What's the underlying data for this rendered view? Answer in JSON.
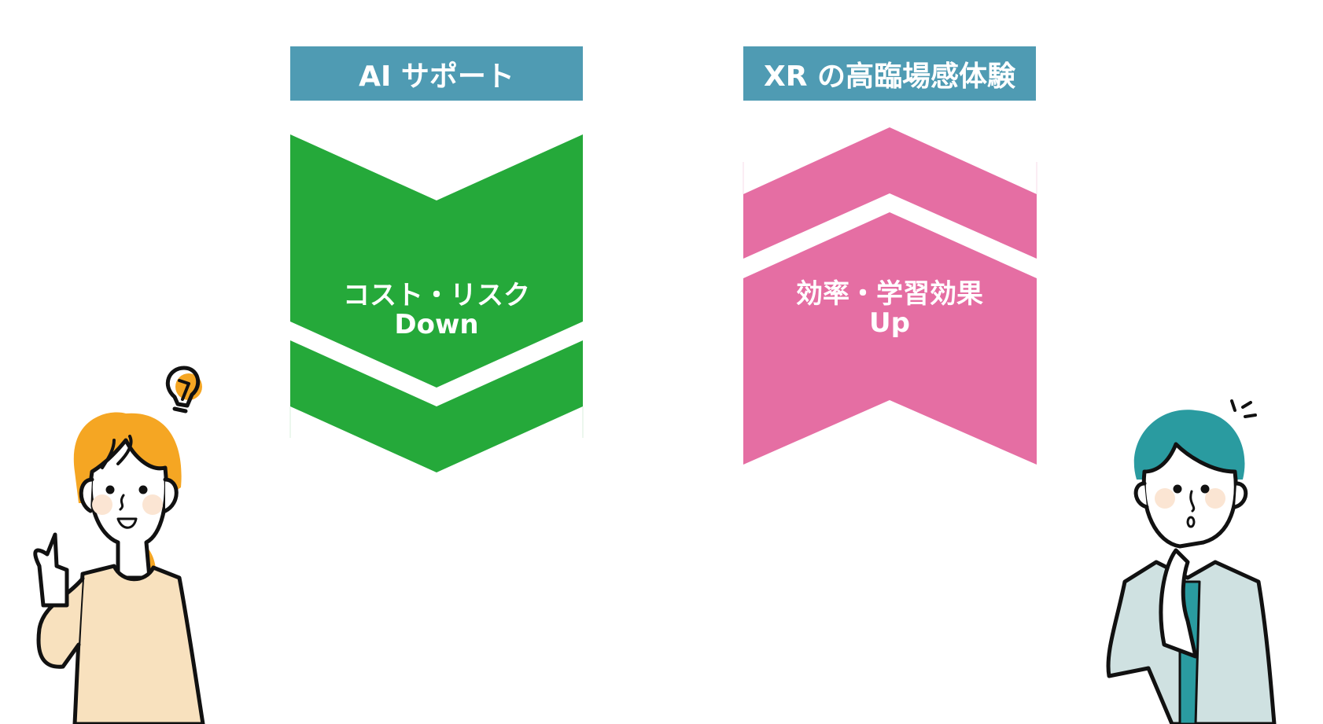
{
  "colors": {
    "header": "#4f9bb3",
    "down": "#25a93a",
    "up": "#e56ea3"
  },
  "columns": [
    {
      "title": "AI サポート",
      "label_line1": "コスト・リスク",
      "label_line2": "Down",
      "direction": "down"
    },
    {
      "title": "XR の高臨場感体験",
      "label_line1": "効率・学習効果",
      "label_line2": "Up",
      "direction": "up"
    }
  ]
}
